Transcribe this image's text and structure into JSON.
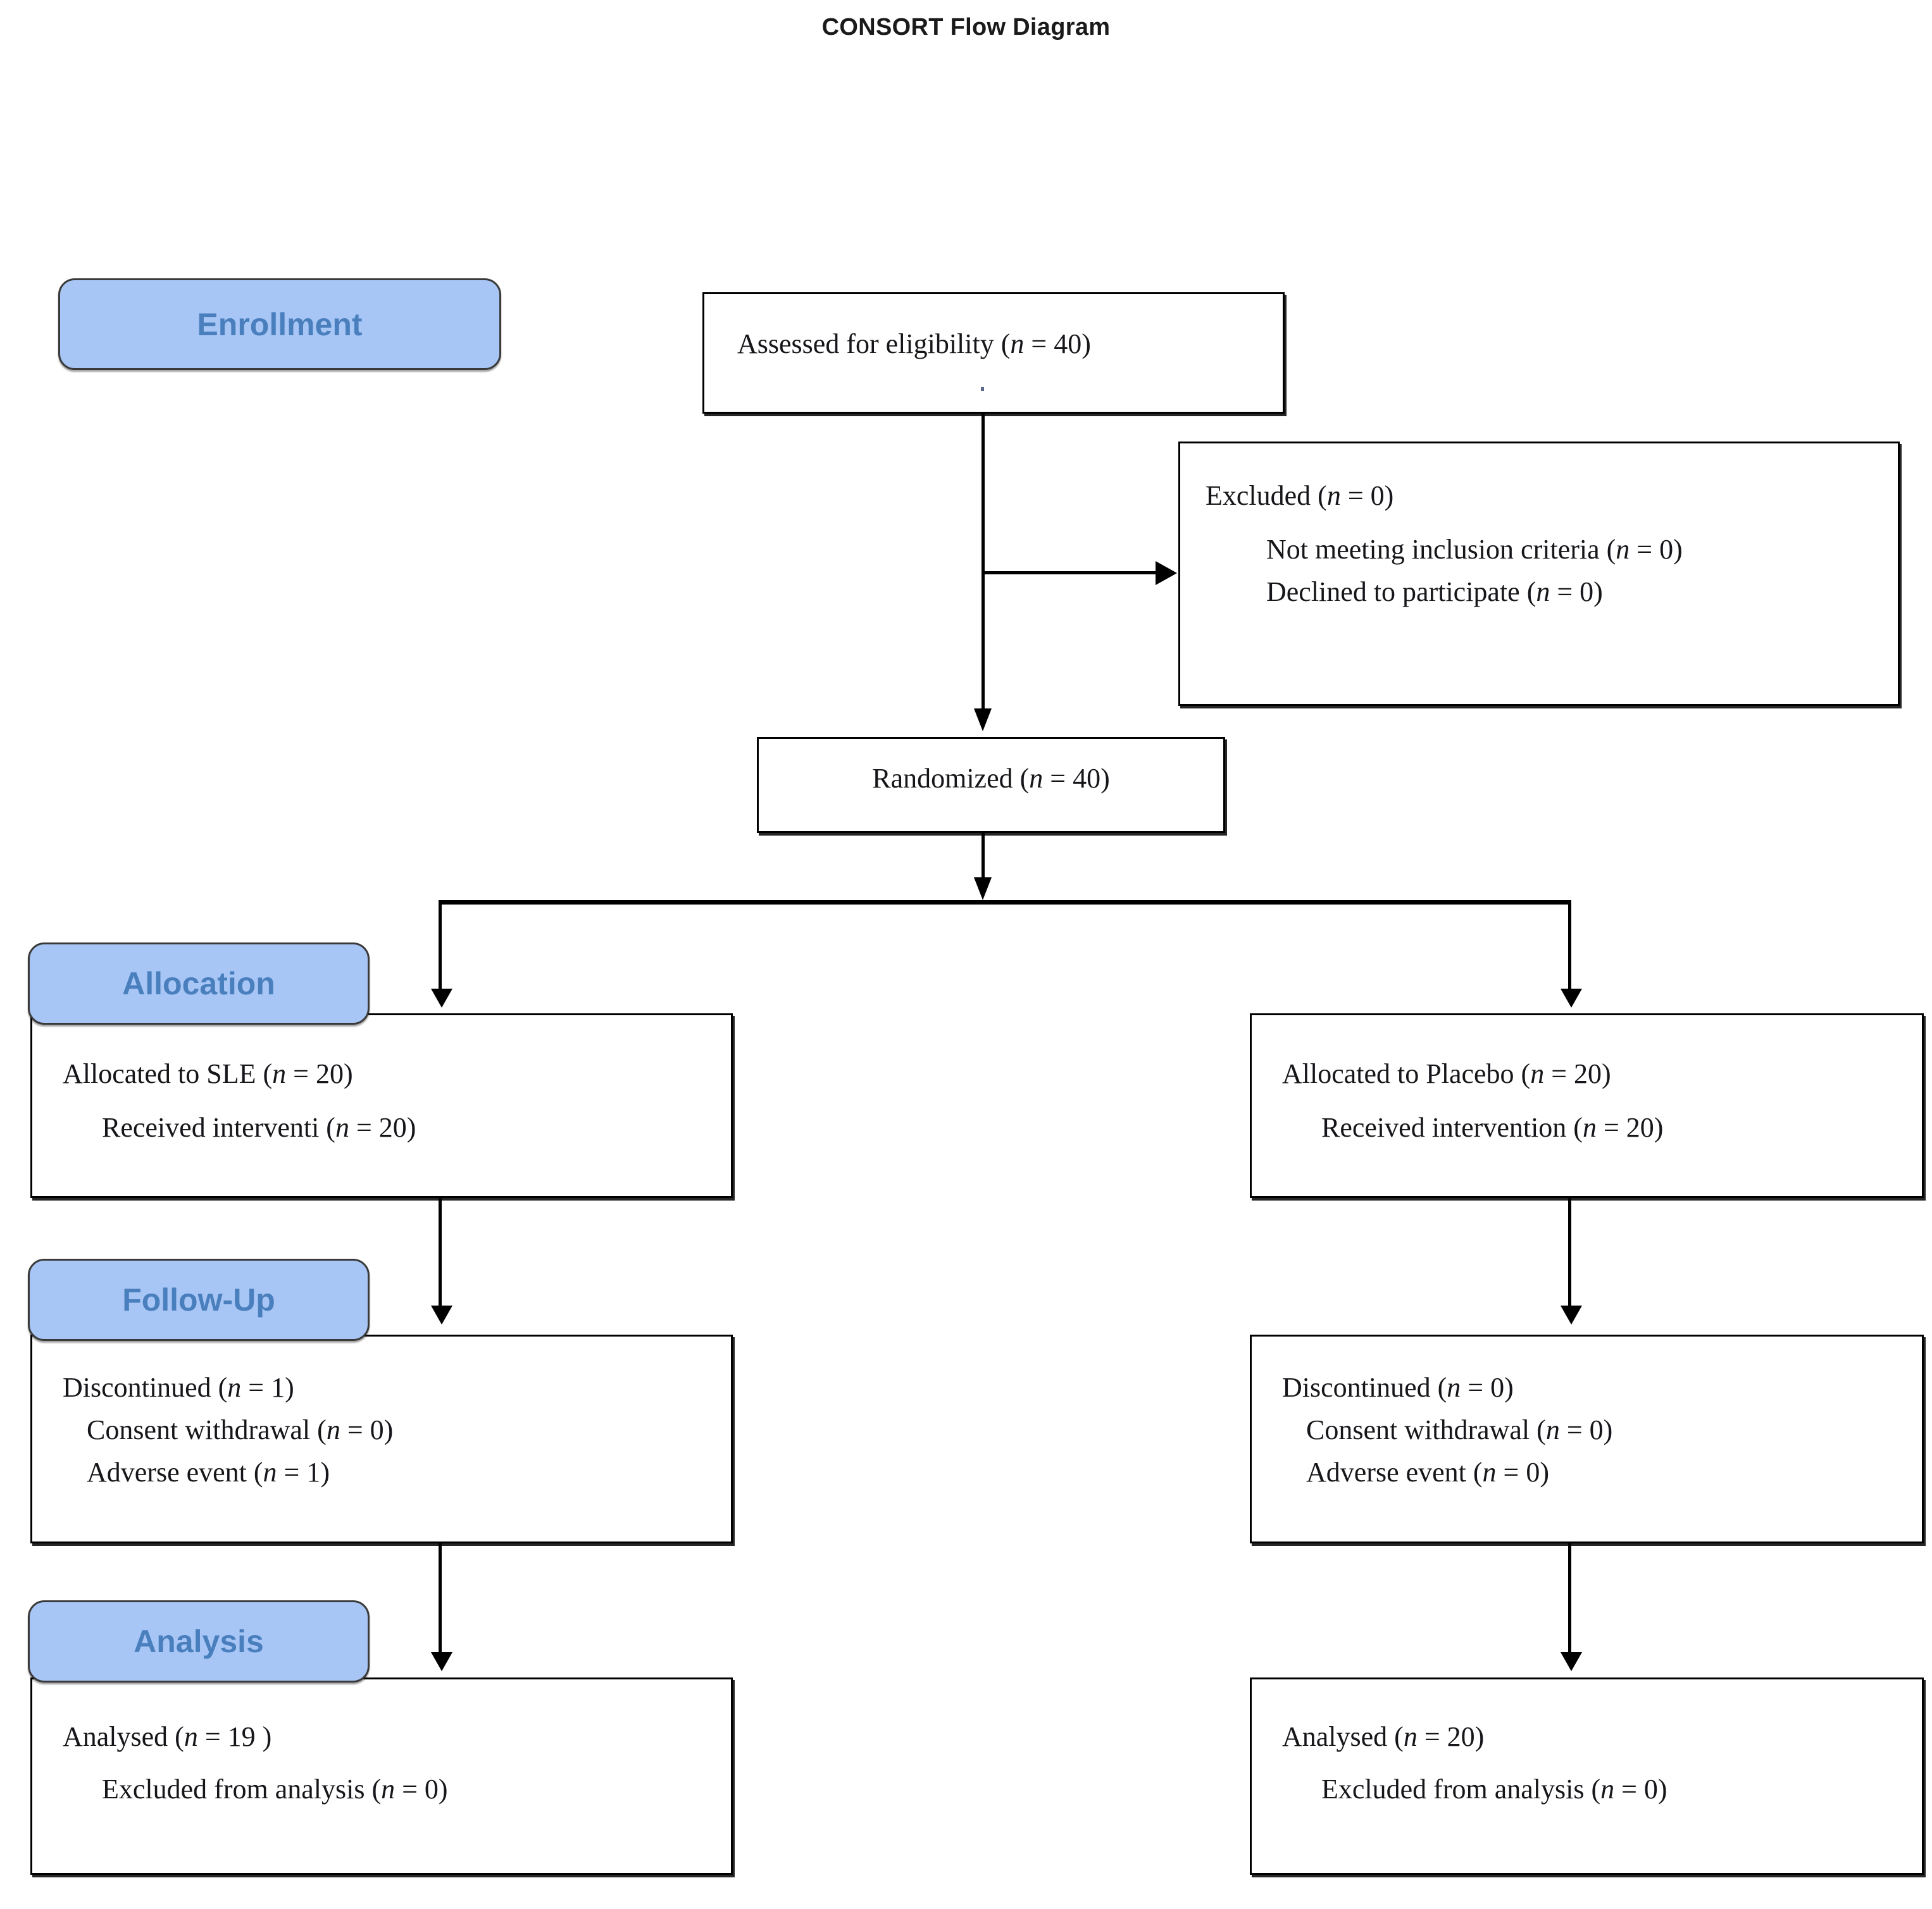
{
  "title": "CONSORT Flow Diagram",
  "colors": {
    "badge_fill": "#a8c6f5",
    "badge_text": "#4a7fbe",
    "badge_border": "#3a3a3a",
    "box_border": "#000000",
    "connector": "#000000",
    "page_background": "#ffffff",
    "title_text": "#1a1a1a"
  },
  "stages": {
    "enrollment": "Enrollment",
    "allocation": "Allocation",
    "followup": "Follow-Up",
    "analysis": "Analysis"
  },
  "boxes": {
    "assessed": {
      "lines": [
        {
          "pre": "Assessed for eligibility (",
          "ital": "n",
          "post": " = 40)"
        }
      ]
    },
    "excluded": {
      "lines": [
        {
          "pre": "Excluded  (",
          "ital": "n",
          "post": " = 0)"
        },
        {
          "pre": "Not meeting inclusion criteria (",
          "ital": "n",
          "post": " = 0)"
        },
        {
          "pre": "Declined to participate (",
          "ital": "n",
          "post": " = 0)"
        }
      ]
    },
    "randomized": {
      "lines": [
        {
          "pre": "Randomized (",
          "ital": "n",
          "post": " = 40)"
        }
      ]
    },
    "allocated_left": {
      "lines": [
        {
          "pre": "Allocated to SLE (",
          "ital": "n",
          "post": " = 20)"
        },
        {
          "pre": "Received  interventi (",
          "ital": "n",
          "post": " = 20)"
        }
      ]
    },
    "allocated_right": {
      "lines": [
        {
          "pre": "Allocated to Placebo (",
          "ital": "n",
          "post": " = 20)"
        },
        {
          "pre": "Received intervention (",
          "ital": "n",
          "post": " = 20)"
        }
      ]
    },
    "followup_left": {
      "lines": [
        {
          "pre": "Discontinued  (",
          "ital": "n",
          "post": " = 1)"
        },
        {
          "pre": "Consent withdrawal  (",
          "ital": "n",
          "post": " = 0)"
        },
        {
          "pre": "Adverse event (",
          "ital": "n",
          "post": " = 1)"
        }
      ]
    },
    "followup_right": {
      "lines": [
        {
          "pre": "Discontinued  (",
          "ital": "n",
          "post": " = 0)"
        },
        {
          "pre": "Consent withdrawal  (",
          "ital": "n",
          "post": " = 0)"
        },
        {
          "pre": "Adverse event (",
          "ital": "n",
          "post": " = 0)"
        }
      ]
    },
    "analysis_left": {
      "lines": [
        {
          "pre": "Analysed  (",
          "ital": "n",
          "post": " = 19 )"
        },
        {
          "pre": "Excluded from analysis (",
          "ital": "n",
          "post": " = 0)"
        }
      ]
    },
    "analysis_right": {
      "lines": [
        {
          "pre": "Analysed  (",
          "ital": "n",
          "post": " = 20)"
        },
        {
          "pre": "Excluded from analysis (",
          "ital": "n",
          "post": " = 0)"
        }
      ]
    }
  },
  "flow_data": {
    "type": "flowchart",
    "assessed_for_eligibility": 40,
    "excluded_total": 0,
    "excluded_not_meeting_criteria": 0,
    "excluded_declined": 0,
    "randomized": 40,
    "arms": [
      {
        "name": "SLE",
        "allocated": 20,
        "received_intervention": 20,
        "discontinued": 1,
        "consent_withdrawal": 0,
        "adverse_event": 1,
        "analysed": 19,
        "excluded_from_analysis": 0
      },
      {
        "name": "Placebo",
        "allocated": 20,
        "received_intervention": 20,
        "discontinued": 0,
        "consent_withdrawal": 0,
        "adverse_event": 0,
        "analysed": 20,
        "excluded_from_analysis": 0
      }
    ]
  }
}
